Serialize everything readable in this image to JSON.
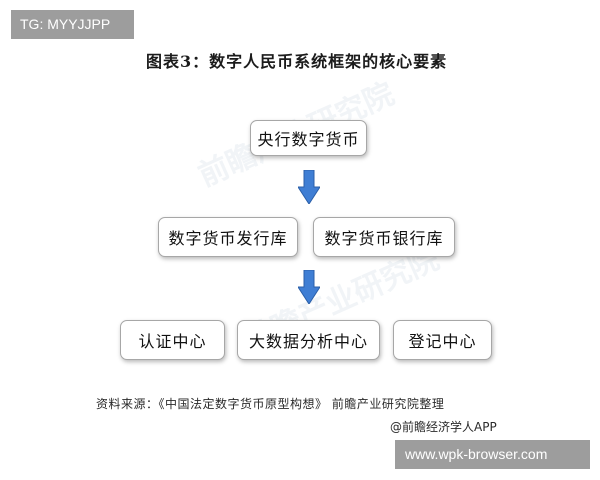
{
  "overlay": {
    "top_tag": "TG: MYYJJPP",
    "bottom_tag": "www.wpk-browser.com"
  },
  "diagram": {
    "title": "图表3：数字人民币系统框架的核心要素",
    "level1": "央行数字货币",
    "level2": [
      "数字货币发行库",
      "数字货币银行库"
    ],
    "level3": [
      "认证中心",
      "大数据分析中心",
      "登记中心"
    ],
    "arrow_color": "#3f7ed4",
    "source": "资料来源：《中国法定数字货币原型构想》 前瞻产业研究院整理",
    "credit": "@前瞻经济学人APP"
  },
  "watermark": {
    "text": "前瞻产业研究院"
  }
}
